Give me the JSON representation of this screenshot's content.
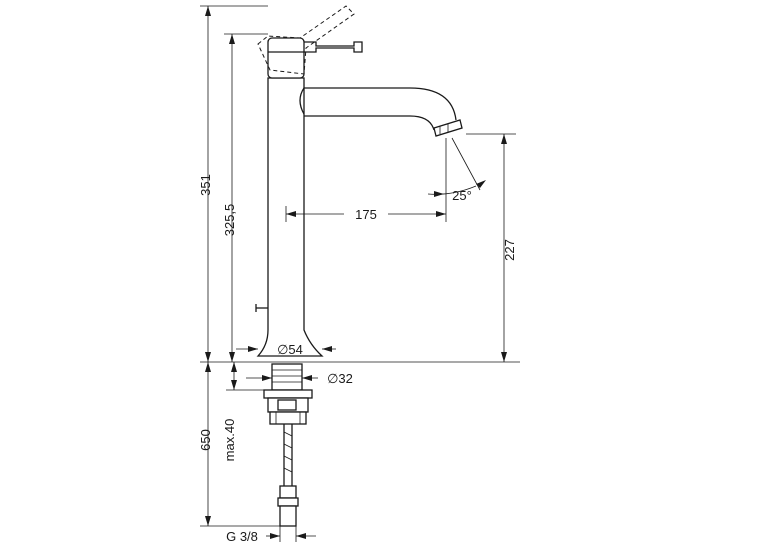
{
  "dimensions": {
    "total_height": "351",
    "body_height": "325,5",
    "reach": "175",
    "spout_height": "227",
    "spout_angle": "25°",
    "base_diameter": "∅54",
    "shank_diameter": "∅32",
    "hose_length": "650",
    "max_thickness": "max.40",
    "connection": "G 3/8"
  },
  "colors": {
    "line": "#1a1a1a",
    "background": "#ffffff"
  }
}
